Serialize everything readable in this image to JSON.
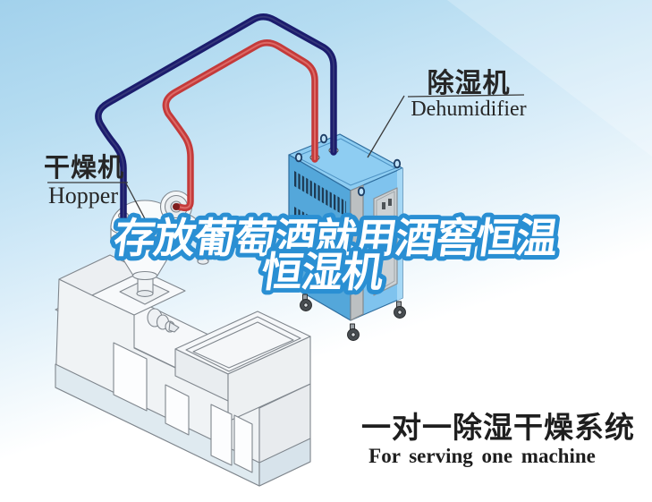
{
  "headline": {
    "line1": "存放葡萄酒就用酒窖恒温",
    "line2": "恒湿机"
  },
  "labels": {
    "dehumidifier": {
      "zh": "除湿机",
      "en": "Dehumidifier"
    },
    "hopper": {
      "zh": "干燥机",
      "en": "Hopper"
    }
  },
  "caption": {
    "zh": "一对一除湿干燥系统",
    "en": "For serving one machine"
  },
  "colors": {
    "sky": "#a9d5ee",
    "pipe_red": "#c43a3a",
    "pipe_navy": "#1b1c6d",
    "dehumidifier_top": "#8ecdf2",
    "dehumidifier_front": "#54a7da",
    "dehumidifier_side": "#7fc3ee",
    "headline_fill": "#ffffff",
    "headline_outline": "#2a8fd3",
    "label_text": "#262626",
    "caption_text": "#1e1e1e"
  }
}
